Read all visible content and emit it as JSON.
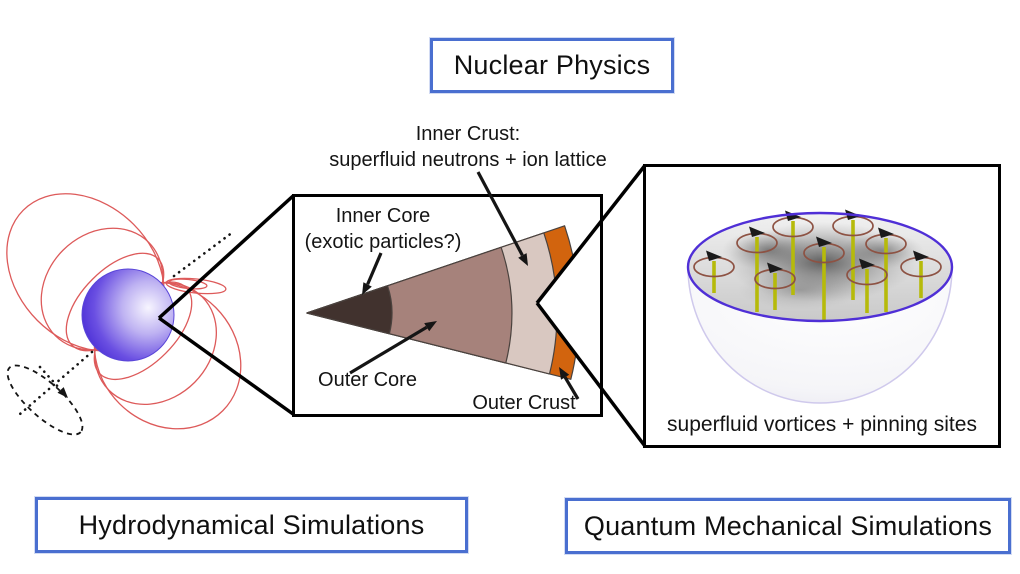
{
  "banners": {
    "top": "Nuclear Physics",
    "bottom_left": "Hydrodynamical Simulations",
    "bottom_right": "Quantum Mechanical Simulations"
  },
  "cross_section": {
    "heading_line1": "Inner Crust:",
    "heading_line2": "superfluid neutrons + ion lattice",
    "inner_core_line1": "Inner Core",
    "inner_core_line2": "(exotic particles?)",
    "outer_core": "Outer Core",
    "outer_crust": "Outer Crust"
  },
  "vortex_panel": {
    "caption": "superfluid vortices + pinning sites"
  },
  "colors": {
    "banner_border": "#4a6fd0",
    "inner_core_fill": "#41322e",
    "outer_core_fill": "#a6827b",
    "inner_crust_fill": "#d9c8c1",
    "outer_crust_fill": "#d2640e",
    "star_blue": "#2a0cc8",
    "field_line_red": "#dd5a5a",
    "vortex_line_yellow": "#b6ba0a",
    "vortex_ring_brown": "#8d5243",
    "rim_purple": "#4f2fd6"
  }
}
